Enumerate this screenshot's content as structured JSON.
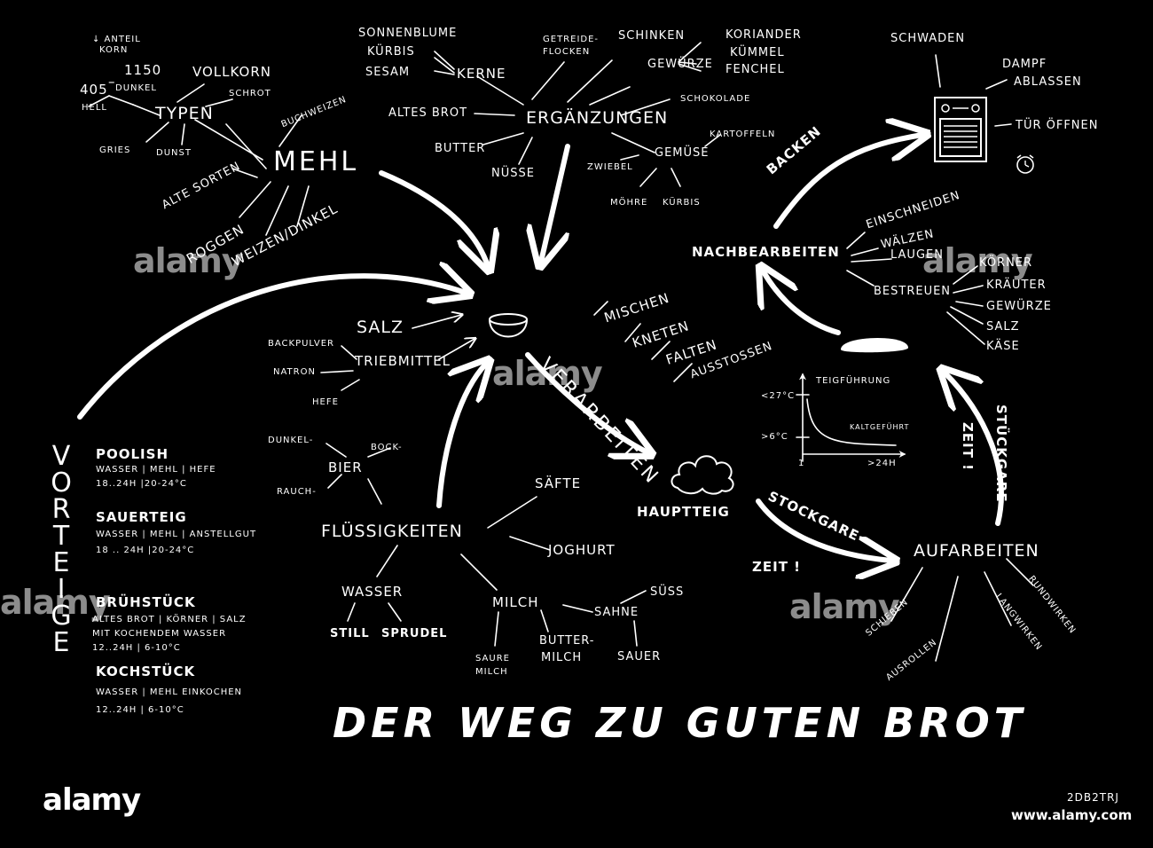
{
  "title": "DER WEG ZU GUTEN BROT",
  "mehl": {
    "label": "MEHL",
    "typen": {
      "label": "TYPEN",
      "anteil": "↓ ANTEIL",
      "korn": "KORN",
      "n405": "405",
      "dash": "–",
      "n1150": "1150",
      "hell": "HELL",
      "dunkel": "DUNKEL",
      "vollkorn": "VOLLKORN",
      "schrot": "SCHROT",
      "gries": "GRIES",
      "dunst": "DUNST"
    },
    "buchweizen": "BUCHWEIZEN",
    "alte_sorten": "ALTE SORTEN",
    "roggen": "ROGGEN",
    "weizen_dinkel": "WEIZEN/DINKEL"
  },
  "ergaenzungen": {
    "label": "ERGÄNZUNGEN",
    "kerne": {
      "label": "KERNE",
      "sonnenblume": "SONNENBLUME",
      "kuerbis": "KÜRBIS",
      "sesam": "SESAM"
    },
    "getreideflocken": [
      "GETREIDE-",
      "FLOCKEN"
    ],
    "schinken": "SCHINKEN",
    "gewuerze": {
      "label": "GEWÜRZE",
      "koriander": "KORIANDER",
      "kuemmel": "KÜMMEL",
      "fenchel": "FENCHEL"
    },
    "schokolade": "SCHOKOLADE",
    "altes_brot": "ALTES BROT",
    "butter": "BUTTER",
    "nuesse": "NÜSSE",
    "gemuese": {
      "label": "GEMÜSE",
      "kartoffeln": "KARTOFFELN",
      "zwiebel": "ZWIEBEL",
      "moehre": "MÖHRE",
      "kuerbis": "KÜRBIS"
    }
  },
  "salz": "SALZ",
  "triebmittel": {
    "label": "TRIEBMITTEL",
    "backpulver": "BACKPULVER",
    "natron": "NATRON",
    "hefe": "HEFE"
  },
  "verarbeiten": {
    "label": "VERARBEITEN",
    "mischen": "MISCHEN",
    "kneten": "KNETEN",
    "falten": "FALTEN",
    "ausstossen": "AUSSTOSSEN"
  },
  "hauptteig": "HAUPTTEIG",
  "fluessigkeiten": {
    "label": "FLÜSSIGKEITEN",
    "bier": {
      "label": "BIER",
      "dunkel": "DUNKEL-",
      "bock": "BOCK-",
      "rauch": "RAUCH-"
    },
    "saefte": "SÄFTE",
    "joghurt": "JOGHURT",
    "wasser": {
      "label": "WASSER",
      "still": "STILL",
      "sprudel": "SPRUDEL"
    },
    "milch": {
      "label": "MILCH",
      "sahne": "SAHNE",
      "suess": "SÜSS",
      "sauer": "SAUER",
      "buttermilch": [
        "BUTTER-",
        "MILCH"
      ],
      "saure_milch": [
        "SAURE",
        "MILCH"
      ]
    }
  },
  "vorteige": {
    "label": [
      "V",
      "O",
      "R",
      "T",
      "E",
      "I",
      "G",
      "E"
    ],
    "poolish": {
      "name": "POOLISH",
      "line1": "WASSER | MEHL | HEFE",
      "line2": "18..24h |20-24°C"
    },
    "sauerteig": {
      "name": "SAUERTEIG",
      "line1": "WASSER | MEHL | ANSTELLGUT",
      "line2": "18 .. 24h |20-24°C"
    },
    "bruehstueck": {
      "name": "BRÜHSTÜCK",
      "line1": "ALTES BROT | KÖRNER | SALZ",
      "line2": "MIT KOCHENDEM WASSER",
      "line3": "12..24h | 6-10°C"
    },
    "kochstueck": {
      "name": "KOCHSTÜCK",
      "line1": "WASSER | MEHL EINKOCHEN",
      "line2": "12..24h | 6-10°C"
    }
  },
  "teigfuehrung": {
    "label": "TEIGFÜHRUNG",
    "y_hi": "<27°C",
    "y_lo": ">6°C",
    "x_lo": "1",
    "x_hi": ">24h",
    "curve": "KALTGEFÜHRT"
  },
  "stockgare": "STOCKGARE",
  "zeit1": "ZEIT !",
  "aufarbeiten": {
    "label": "AUFARBEITEN",
    "schieben": "SCHIEBEN",
    "ausrollen": "AUSROLLEN",
    "langwirken": "LANGWIRKEN",
    "rundwirken": "RUNDWIRKEN"
  },
  "stueckgare": "STÜCKGARE",
  "zeit2": "ZEIT !",
  "nachbearbeiten": {
    "label": "NACHBEARBEITEN",
    "einschneiden": "EINSCHNEIDEN",
    "waelzen": "WÄLZEN",
    "laugen": "LAUGEN",
    "bestreuen": "BESTREUEN",
    "koerner": "KÖRNER",
    "kraeuter": "KRÄUTER",
    "gewuerze": "GEWÜRZE",
    "salz": "SALZ",
    "kaese": "KÄSE"
  },
  "backen": {
    "label": "BACKEN",
    "schwaden": "SCHWADEN",
    "dampf": "DAMPF",
    "ablassen": "ABLASSEN",
    "tuer": "TÜR ÖFFNEN"
  },
  "icons": {
    "bowl": "bowl-icon",
    "dough": "dough-cloud-icon",
    "bread": "bread-loaf-icon",
    "oven": "oven-icon",
    "alarm": "alarm-clock-icon"
  },
  "watermarks": {
    "text": "alamy",
    "logo": "alamy",
    "id": "2DB2TRJ",
    "url": "www.alamy.com"
  }
}
